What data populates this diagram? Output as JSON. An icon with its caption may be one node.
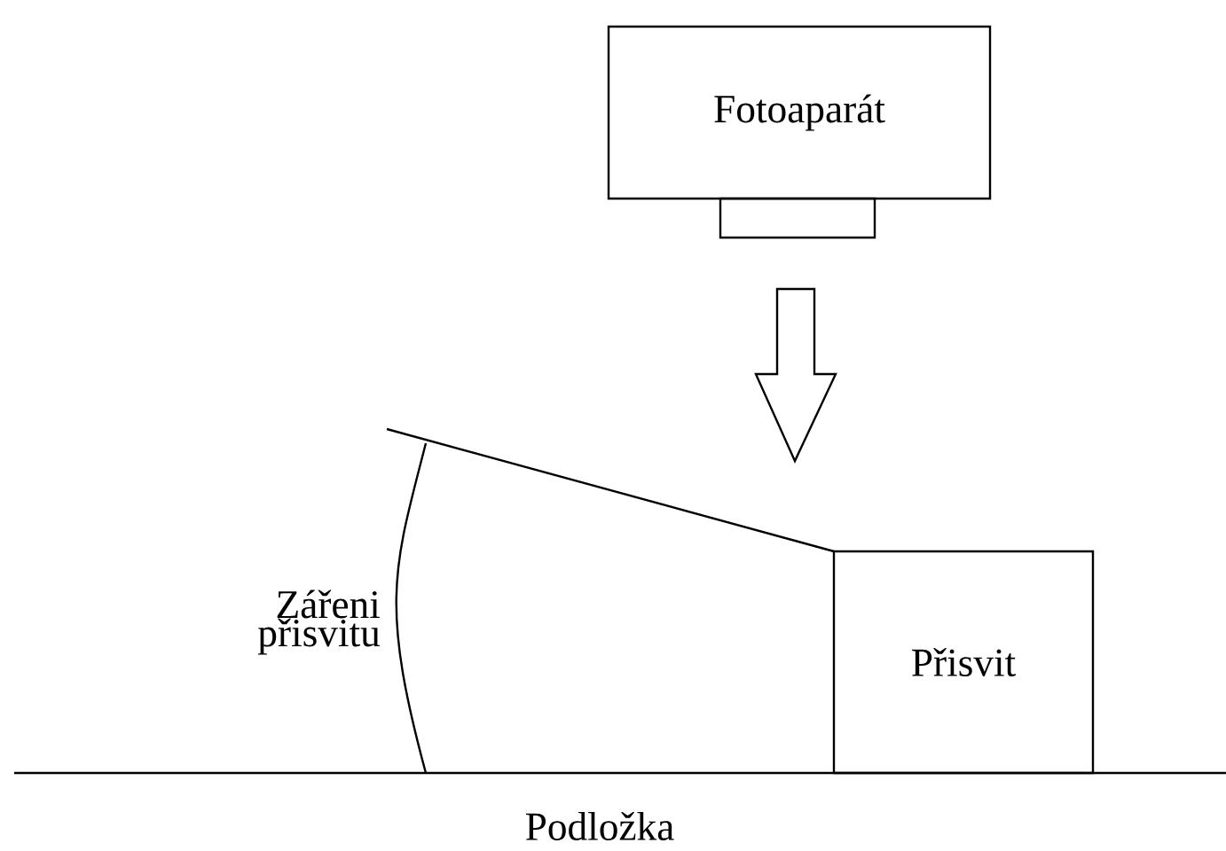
{
  "diagram": {
    "nodes": [
      {
        "text": [
          "Fotoaparát"
        ]
      },
      {
        "text": [
          "Přisvit"
        ]
      }
    ],
    "edges": [],
    "labels": [
      "Zářeni přisvitu",
      "Podložka"
    ]
  }
}
